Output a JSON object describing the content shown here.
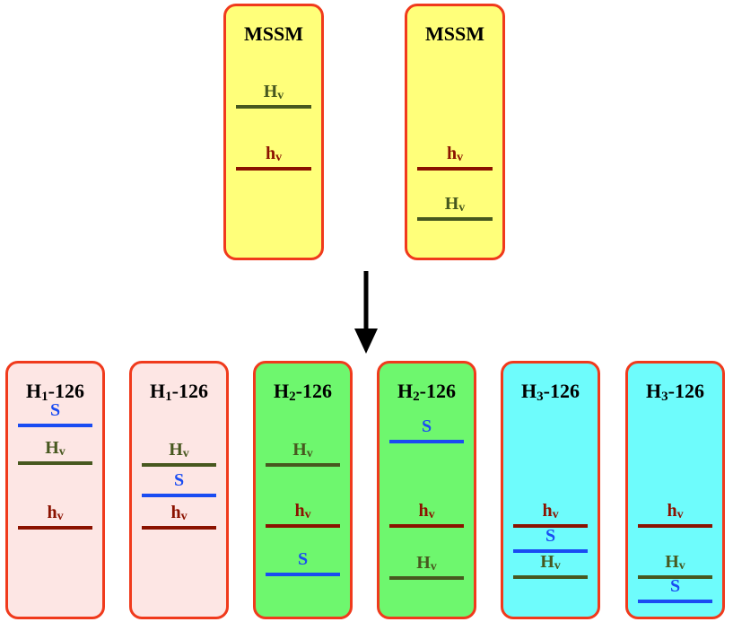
{
  "colors": {
    "H": "#47581f",
    "h": "#8b1200",
    "S": "#1a4cf2",
    "border": "#f03a1c",
    "mssm_fill": "#ffff7a",
    "h1_fill": "#fde6e4",
    "h2_fill": "#6ef76e",
    "h3_fill": "#6efcfc"
  },
  "labels": {
    "H_base": "H",
    "H_sub": "v",
    "h_base": "h",
    "h_sub": "v",
    "S": "S"
  },
  "panels": [
    {
      "id": "mssm-a",
      "title_base": "MSSM",
      "title_sub": "",
      "title_rest": "",
      "fill": "mssm_fill",
      "levels": [
        {
          "kind": "H"
        },
        {
          "kind": "h"
        }
      ]
    },
    {
      "id": "mssm-b",
      "title_base": "MSSM",
      "title_sub": "",
      "title_rest": "",
      "fill": "mssm_fill",
      "levels": [
        {
          "kind": "h"
        },
        {
          "kind": "H"
        }
      ]
    },
    {
      "id": "h1-a",
      "title_base": "H",
      "title_sub": "1",
      "title_rest": "-126",
      "fill": "h1_fill",
      "levels": [
        {
          "kind": "S"
        },
        {
          "kind": "H"
        },
        {
          "kind": "h"
        }
      ]
    },
    {
      "id": "h1-b",
      "title_base": "H",
      "title_sub": "1",
      "title_rest": "-126",
      "fill": "h1_fill",
      "levels": [
        {
          "kind": "H"
        },
        {
          "kind": "S"
        },
        {
          "kind": "h"
        }
      ]
    },
    {
      "id": "h2-a",
      "title_base": "H",
      "title_sub": "2",
      "title_rest": "-126",
      "fill": "h2_fill",
      "levels": [
        {
          "kind": "H"
        },
        {
          "kind": "h"
        },
        {
          "kind": "S"
        }
      ]
    },
    {
      "id": "h2-b",
      "title_base": "H",
      "title_sub": "2",
      "title_rest": "-126",
      "fill": "h2_fill",
      "levels": [
        {
          "kind": "S"
        },
        {
          "kind": "h"
        },
        {
          "kind": "H"
        }
      ]
    },
    {
      "id": "h3-a",
      "title_base": "H",
      "title_sub": "3",
      "title_rest": "-126",
      "fill": "h3_fill",
      "levels": [
        {
          "kind": "h"
        },
        {
          "kind": "S"
        },
        {
          "kind": "H"
        }
      ]
    },
    {
      "id": "h3-b",
      "title_base": "H",
      "title_sub": "3",
      "title_rest": "-126",
      "fill": "h3_fill",
      "levels": [
        {
          "kind": "h"
        },
        {
          "kind": "H"
        },
        {
          "kind": "S"
        }
      ]
    }
  ]
}
